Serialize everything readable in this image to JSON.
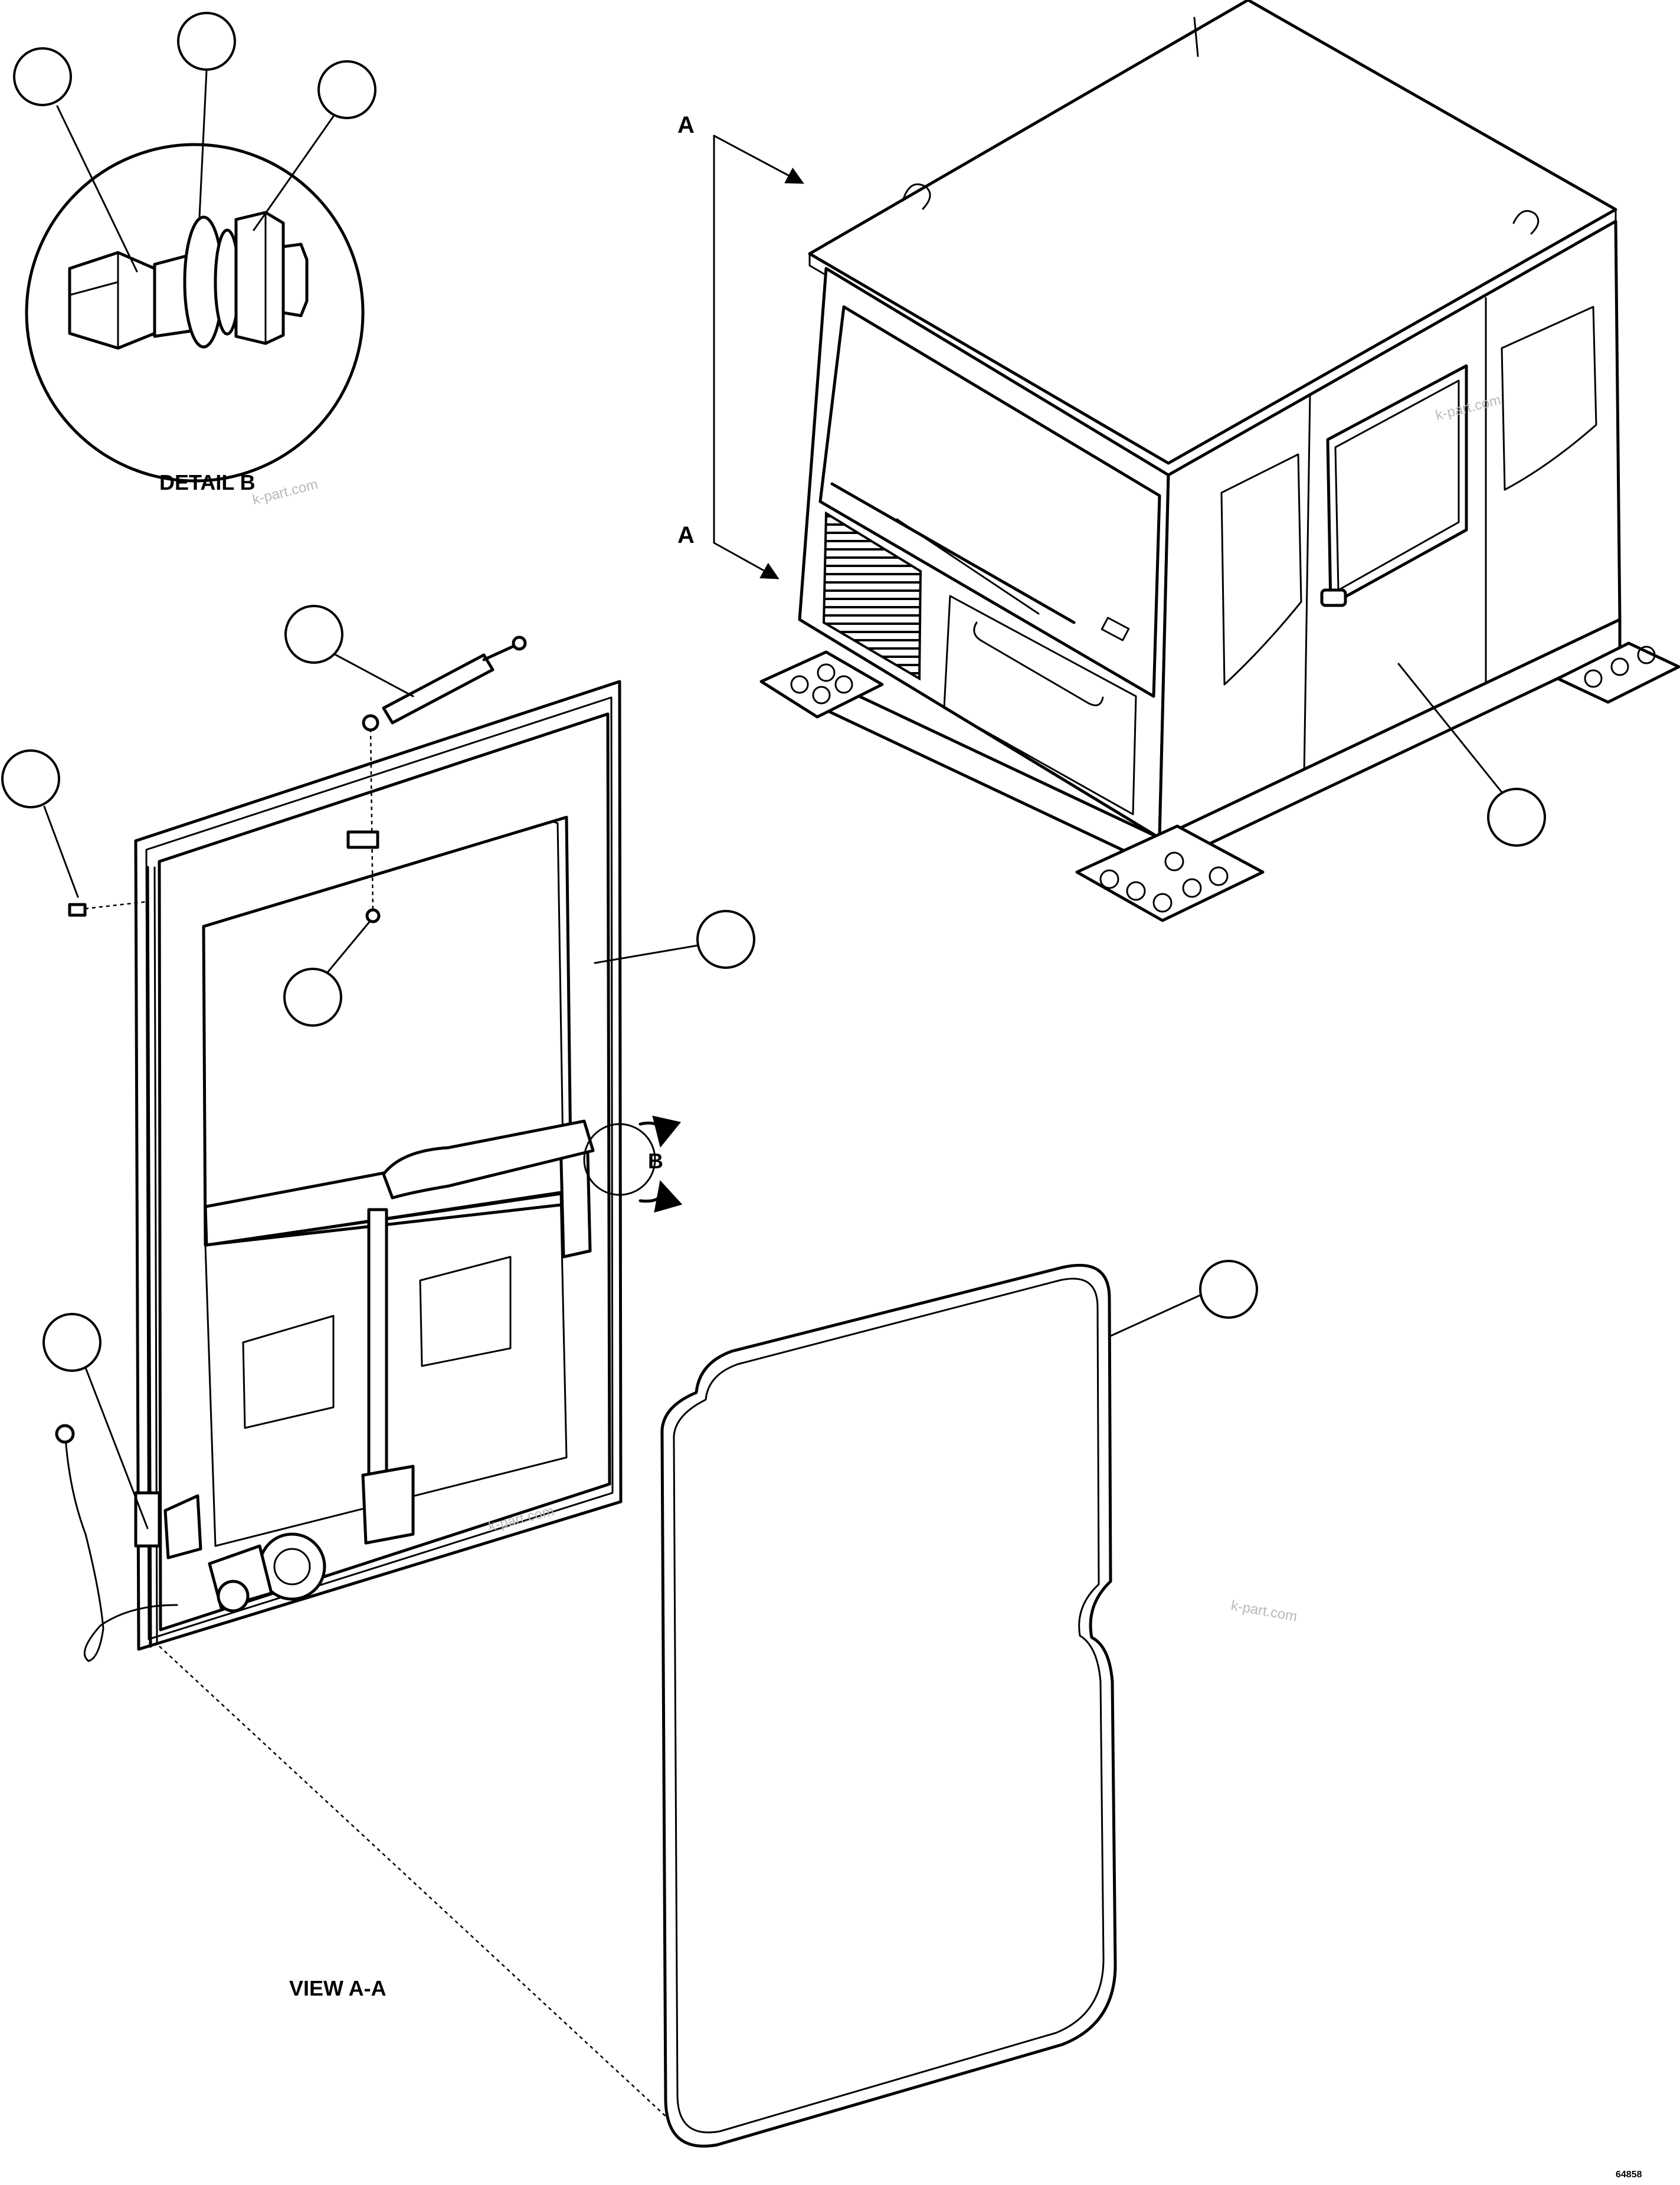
{
  "views": {
    "detail_b_label": "DETAIL B",
    "view_aa_label": "VIEW A-A"
  },
  "section_markers": {
    "arrow_top": "A",
    "arrow_bottom": "A",
    "detail_callout": "B"
  },
  "watermarks": [
    "k-part.com",
    "k-part.com",
    "k-part.com",
    "k-part.com"
  ],
  "drawing_number": "64858"
}
